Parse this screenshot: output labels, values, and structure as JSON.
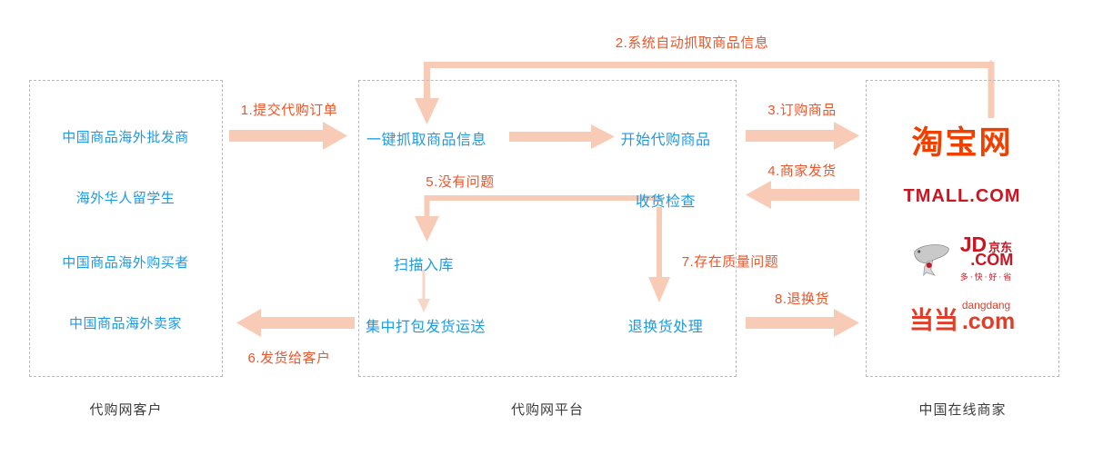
{
  "diagram": {
    "title_text": "",
    "colors": {
      "node_blue": "#1f9ade",
      "label_orange": "#e8562b",
      "arrow_fill": "#f8cbb6",
      "arrow_thin": "#f6d2c0",
      "panel_border": "#b9b9b9",
      "caption_gray": "#3b3b3b",
      "taobao_orange": "#ef4000",
      "tmall_red": "#c81623",
      "jd_red": "#c81623",
      "dangdang_red": "#e23d28"
    }
  },
  "panels": [
    {
      "id": "customers",
      "caption": "代购网客户"
    },
    {
      "id": "platform",
      "caption": "代购网平台"
    },
    {
      "id": "merchants",
      "caption": "中国在线商家"
    }
  ],
  "customers": {
    "items": [
      {
        "label": "中国商品海外批发商"
      },
      {
        "label": "海外华人留学生"
      },
      {
        "label": "中国商品海外购买者"
      },
      {
        "label": "中国商品海外卖家"
      }
    ]
  },
  "platform": {
    "nodes": [
      {
        "id": "grab",
        "label": "一键抓取商品信息"
      },
      {
        "id": "start-buy",
        "label": "开始代购商品"
      },
      {
        "id": "receive-check",
        "label": "收货检查"
      },
      {
        "id": "scan-in",
        "label": "扫描入库"
      },
      {
        "id": "pack-ship",
        "label": "集中打包发货运送"
      },
      {
        "id": "return-handle",
        "label": "退换货处理"
      }
    ]
  },
  "merchants": {
    "logos": [
      {
        "id": "taobao",
        "text": "淘宝网"
      },
      {
        "id": "tmall",
        "text": "TMALL.COM"
      },
      {
        "id": "jd",
        "text": "JD",
        "dotcom": ".COM",
        "cn": "京东",
        "slogan": "多·快·好·省"
      },
      {
        "id": "dangdang",
        "cn": "当当",
        "word": "dangdang",
        "com": ".com"
      }
    ]
  },
  "steps": [
    {
      "n": "1",
      "label": "1.提交代购订单"
    },
    {
      "n": "2",
      "label": "2.系统自动抓取商品信息"
    },
    {
      "n": "3",
      "label": "3.订购商品"
    },
    {
      "n": "4",
      "label": "4.商家发货"
    },
    {
      "n": "5",
      "label": "5.没有问题"
    },
    {
      "n": "6",
      "label": "6.发货给客户"
    },
    {
      "n": "7",
      "label": "7.存在质量问题"
    },
    {
      "n": "8",
      "label": "8.退换货"
    }
  ]
}
